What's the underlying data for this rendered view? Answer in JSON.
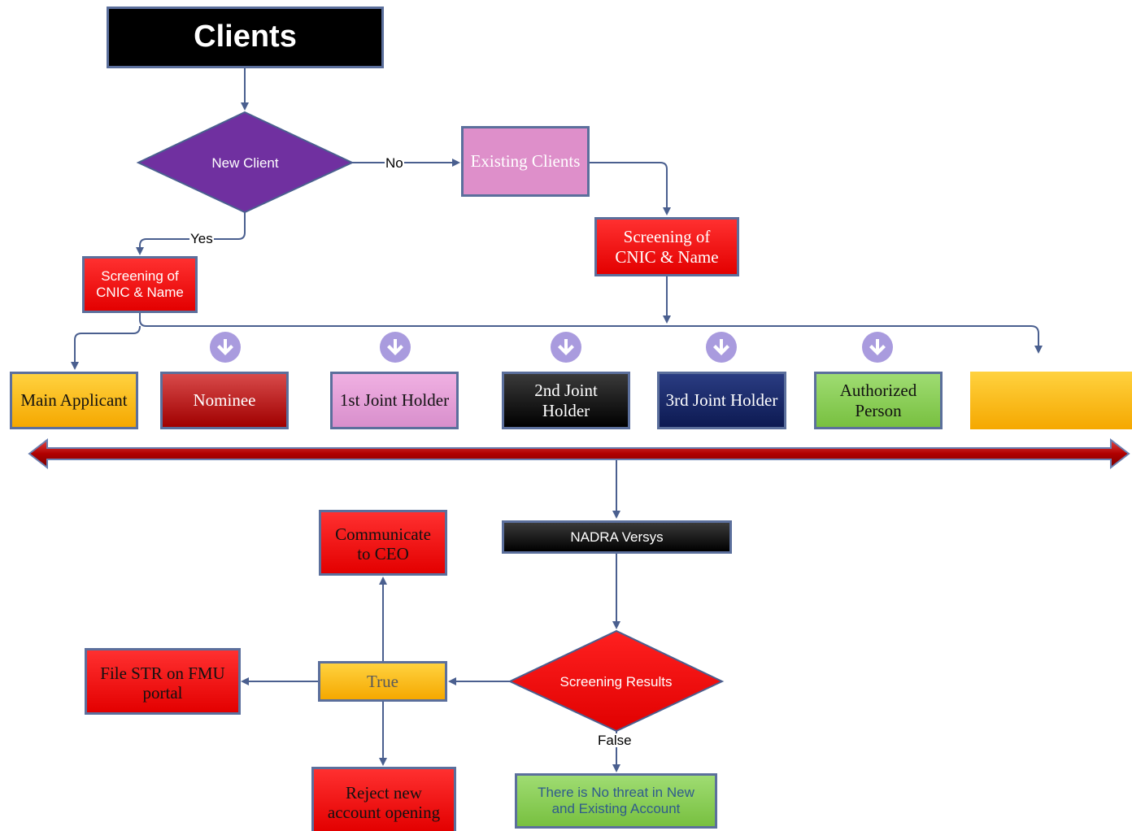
{
  "diagram": {
    "title": "Clients",
    "decision_new_client": "New Client",
    "label_no": "No",
    "label_yes": "Yes",
    "existing_clients": "Existing  Clients",
    "screening_existing": "Screening  of\nCNIC & Name",
    "screening_new": "Screening  of\nCNIC  &  Name",
    "parties": [
      "Main  Applicant",
      "Nominee",
      "1st Joint  Holder",
      "2nd Joint\nHolder",
      "3rd Joint  Holder",
      "Authorized\nPerson",
      ""
    ],
    "nadra": "NADRA Versys",
    "screening_results": "Screening Results",
    "label_false": "False",
    "true_box": "True",
    "communicate_ceo": "Communicate\nto CEO",
    "file_str": "File  STR on FMU\nportal",
    "reject": "Reject new\naccount  opening",
    "no_threat": "There  is No threat in New\nand Existing Account"
  },
  "colors": {
    "connector": "#4a5f8f",
    "purple": "#7030a0",
    "red": "#ff0000",
    "pink": "#de8fca",
    "orange": "#f7b500",
    "black": "#000000",
    "green": "#8fd05a",
    "navy": "#1b2a6b",
    "down_arrow_icon": "#a99bde"
  }
}
